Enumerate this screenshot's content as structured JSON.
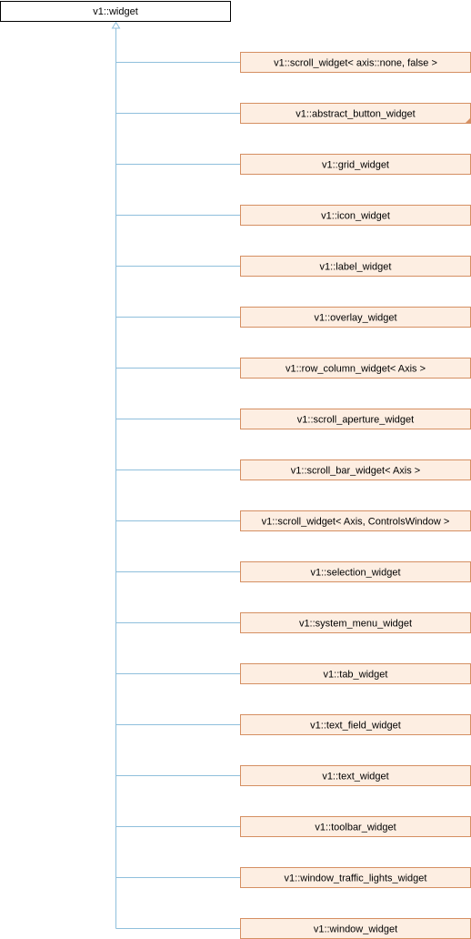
{
  "diagram": {
    "base_class": "v1::widget",
    "derived_classes": [
      {
        "label": "v1::scroll_widget< axis::none, false >",
        "has_more": false
      },
      {
        "label": "v1::abstract_button_widget",
        "has_more": true
      },
      {
        "label": "v1::grid_widget",
        "has_more": false
      },
      {
        "label": "v1::icon_widget",
        "has_more": false
      },
      {
        "label": "v1::label_widget",
        "has_more": false
      },
      {
        "label": "v1::overlay_widget",
        "has_more": false
      },
      {
        "label": "v1::row_column_widget< Axis >",
        "has_more": false
      },
      {
        "label": "v1::scroll_aperture_widget",
        "has_more": false
      },
      {
        "label": "v1::scroll_bar_widget< Axis >",
        "has_more": false
      },
      {
        "label": "v1::scroll_widget< Axis, ControlsWindow >",
        "has_more": false
      },
      {
        "label": "v1::selection_widget",
        "has_more": false
      },
      {
        "label": "v1::system_menu_widget",
        "has_more": false
      },
      {
        "label": "v1::tab_widget",
        "has_more": false
      },
      {
        "label": "v1::text_field_widget",
        "has_more": false
      },
      {
        "label": "v1::text_widget",
        "has_more": false
      },
      {
        "label": "v1::toolbar_widget",
        "has_more": false
      },
      {
        "label": "v1::window_traffic_lights_widget",
        "has_more": false
      },
      {
        "label": "v1::window_widget",
        "has_more": false
      }
    ]
  },
  "colors": {
    "base_fill": "#ffffff",
    "base_stroke": "#000000",
    "derived_fill": "#fdeee2",
    "derived_stroke": "#d58f62",
    "connector": "#8fbfdc",
    "more_marker": "#d58f62"
  }
}
